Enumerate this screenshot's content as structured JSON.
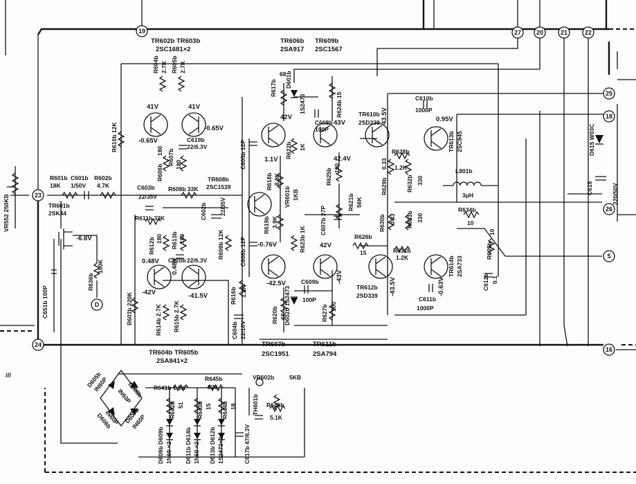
{
  "title": "",
  "nodes": {
    "n19": "19",
    "n23": "23",
    "n24": "24",
    "n27": "27",
    "n20": "20",
    "n21": "21",
    "n22": "22",
    "n25": "25",
    "n18": "18",
    "n26": "26",
    "n5": "5",
    "n16": "16",
    "nD": "D"
  },
  "labels": {
    "tr602": "TR602b TR603b",
    "tr602t": "2SC1681×2",
    "tr606": "TR606b",
    "tr606t": "2SA917",
    "tr609": "TR609b",
    "tr609t": "2SC1567",
    "r604": "R604b",
    "r604v": "2.7K",
    "r605": "R605b",
    "r605v": "2.7K",
    "v41a": "41V",
    "v41b": "41V",
    "vm065a": "-0.65V",
    "vm065b": "-0.65V",
    "r610": "R610b 12K",
    "c619": "C619b",
    "c619v": "22/6.3V",
    "r606": "R606b",
    "r606v": "180",
    "r607": "R607b",
    "r607v": "180",
    "vr552": "VR552 250KB",
    "r601": "R601b",
    "r601v": "18K",
    "c601": "C601b",
    "c601v": "1/50V",
    "r602": "R602b",
    "r602v": "4.7K",
    "c603": "C603b",
    "c603v": "22/35V",
    "r608": "R608b 33K",
    "tr608": "TR608b",
    "tr608t": "2SC1539",
    "tr601": "TR601b",
    "tr601t": "2SK44",
    "vm66": "-6.6V",
    "c602": "C602b",
    "c602v": "22/35V",
    "r611": "R611b 33K",
    "r612": "R612b",
    "r612v": "180",
    "r613": "R613b",
    "r613v": "180",
    "c620": "C620b",
    "c620v": "22/6.3V",
    "v048a": "0.48V",
    "v048b": "0.48V",
    "r636": "R636b",
    "r636v": "100K",
    "c651": "C651b 100P",
    "r603": "R603b 220K",
    "vm42a": "-42V",
    "vm415": "-41.5V",
    "r614": "R614b 2.7K",
    "r615": "R615b 2.7K",
    "tr604": "TR604b TR605b",
    "tr604t": "2SA841×2",
    "r617": "R617b",
    "r617v": "68",
    "v42a": "42V",
    "c605": "C605b 12P",
    "r622": "R622b",
    "r622v": "1K",
    "v11": "1.1V",
    "r618": "R618b",
    "r618v": "6.8K",
    "vr601": "VR601b",
    "vr601v": "1KB",
    "r619": "R619b",
    "r619v": "3.9K",
    "vm076": "-0.76V",
    "c606": "C606b 12P",
    "r609": "R609b 12K",
    "r616": "R616b",
    "r616v": "1.2K",
    "c604": "C604b",
    "c604v": "22/10V",
    "vm425a": "-42.5V",
    "r620": "R620b",
    "r620v": "68",
    "tr607": "TR607b",
    "tr607t": "2SC1951",
    "tr611": "TR611b",
    "tr611t": "2SA794",
    "d601": "D601b",
    "d601t": "1S2473",
    "r624": "R624b 15",
    "c608": "C608b",
    "c608v": "100P",
    "v43": "43V",
    "v424": "42.4V",
    "tr610": "TR610b",
    "tr610t": "2SD339",
    "v435": "43.5V",
    "r625": "R625b",
    "r625v": "100",
    "c607": "C607b 27P",
    "r621": "R621b",
    "r621v": "56K",
    "r623": "R623b 1K",
    "v42b": "42V",
    "c609": "C609b",
    "c609v": "100P",
    "vm43": "-43V",
    "d602": "D602b 1S2473",
    "r627": "R627b",
    "r627v": "100",
    "r626": "R626b",
    "r626v": "15",
    "tr612": "TR612b",
    "tr612t": "2SD339",
    "vm435": "-43.5V",
    "c610": "C610b",
    "c610v": "1000P",
    "v095": "0.95V",
    "tr613": "TR613b",
    "tr613t": "2SC945",
    "r628": "R628b",
    "r628v": "1.2K",
    "r629": "R629b",
    "r629v": "0.33",
    "r632": "R632b",
    "r632v": "330",
    "l801": "L801b",
    "l801v": "3μH",
    "r630": "R630b",
    "r630v": "0.33",
    "r633": "R633b",
    "r633v": "330",
    "r634": "R634b",
    "r634v": "10",
    "r631": "R631b",
    "r631v": "1.2K",
    "tr614": "TR614b",
    "tr614t": "2SA733",
    "vm063": "-0.63V",
    "r635": "R635b",
    "r635v": "10",
    "c611": "C611b",
    "c611v": "1000P",
    "c612": "C612b",
    "c612v": "0.1",
    "d615": "D615 W03C",
    "c615": "C615",
    "c615v": "220/50V",
    "d605": "D605b",
    "d605t": "IN60P",
    "d608": "D608b",
    "d608t": "IN60P",
    "d606": "D606b",
    "d606t": "IN60P",
    "d607": "D607b",
    "d607t": "IN60P",
    "r641": "R641b 1.5K",
    "r645": "R645b",
    "r645v": "820",
    "vr602": "VR602b",
    "vr602v": "5KB",
    "r642": "R642b",
    "r642v": "51",
    "r643": "R643b",
    "r643v": "15",
    "r644": "R644b",
    "r644v": "18",
    "c617": "C617b 47/6.3V",
    "th601": "TH601b",
    "r646": "R646b",
    "r646v": "5.1K",
    "d609": "D609b D609b",
    "d609t": "1N60 ×2",
    "d611": "D611b D614b",
    "d611t": "1N60 ×2",
    "d613": "D613b D612b",
    "d613t": "1S2473×2",
    "ground": "///"
  }
}
